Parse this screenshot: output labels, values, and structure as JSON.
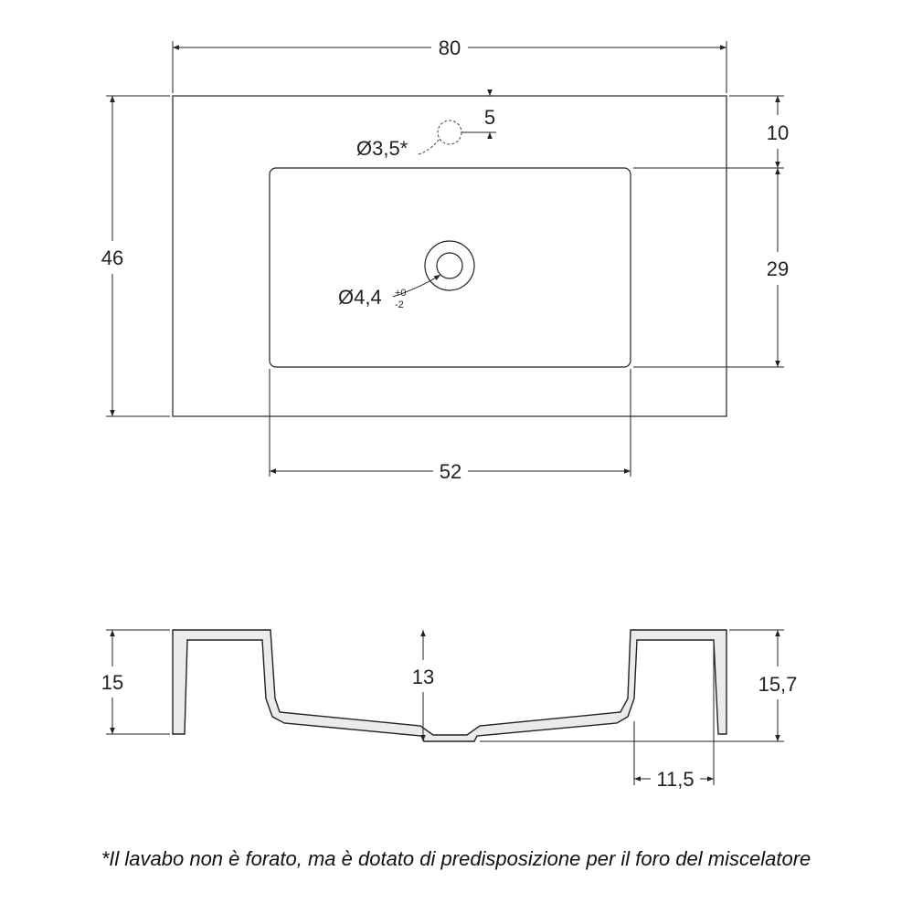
{
  "top_view": {
    "width_label": "80",
    "depth_label": "46",
    "rim_label": "10",
    "basin_depth_label": "29",
    "basin_width_label": "52",
    "tap_offset_label": "5",
    "tap_hole_label": "Ø3,5*",
    "drain_label": "Ø4,4",
    "drain_tol_plus": "+0",
    "drain_tol_minus": "-2"
  },
  "section_view": {
    "height_left_label": "15",
    "inner_depth_label": "13",
    "height_right_label": "15,7",
    "shelf_width_label": "11,5"
  },
  "footnote": "*Il lavabo non è forato, ma è dotato di predisposizione per il foro del miscelatore"
}
